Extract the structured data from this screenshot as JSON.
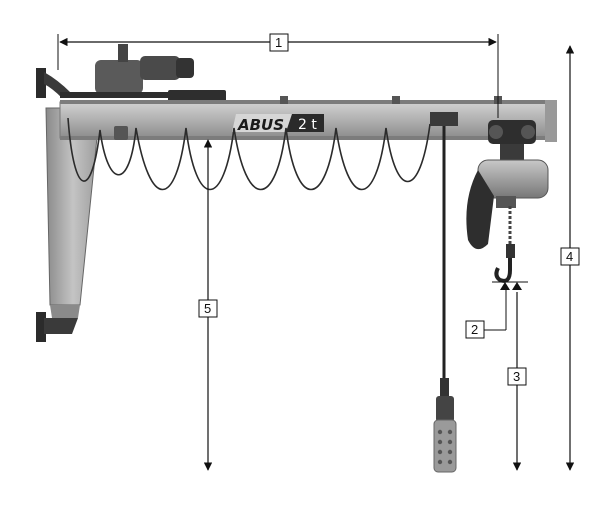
{
  "brand": {
    "name": "ABUS",
    "capacity": "2 t"
  },
  "dimension_labels": [
    {
      "id": "1",
      "text": "1"
    },
    {
      "id": "2",
      "text": "2"
    },
    {
      "id": "3",
      "text": "3"
    },
    {
      "id": "4",
      "text": "4"
    },
    {
      "id": "5",
      "text": "5"
    }
  ],
  "colors": {
    "structure": "#b4b4b4",
    "structure_dark": "#6e6e6e",
    "machinery": "#3a3a3a",
    "cable": "#2b2b2b",
    "hoist": "#9a9a9a",
    "line": "#111111"
  }
}
